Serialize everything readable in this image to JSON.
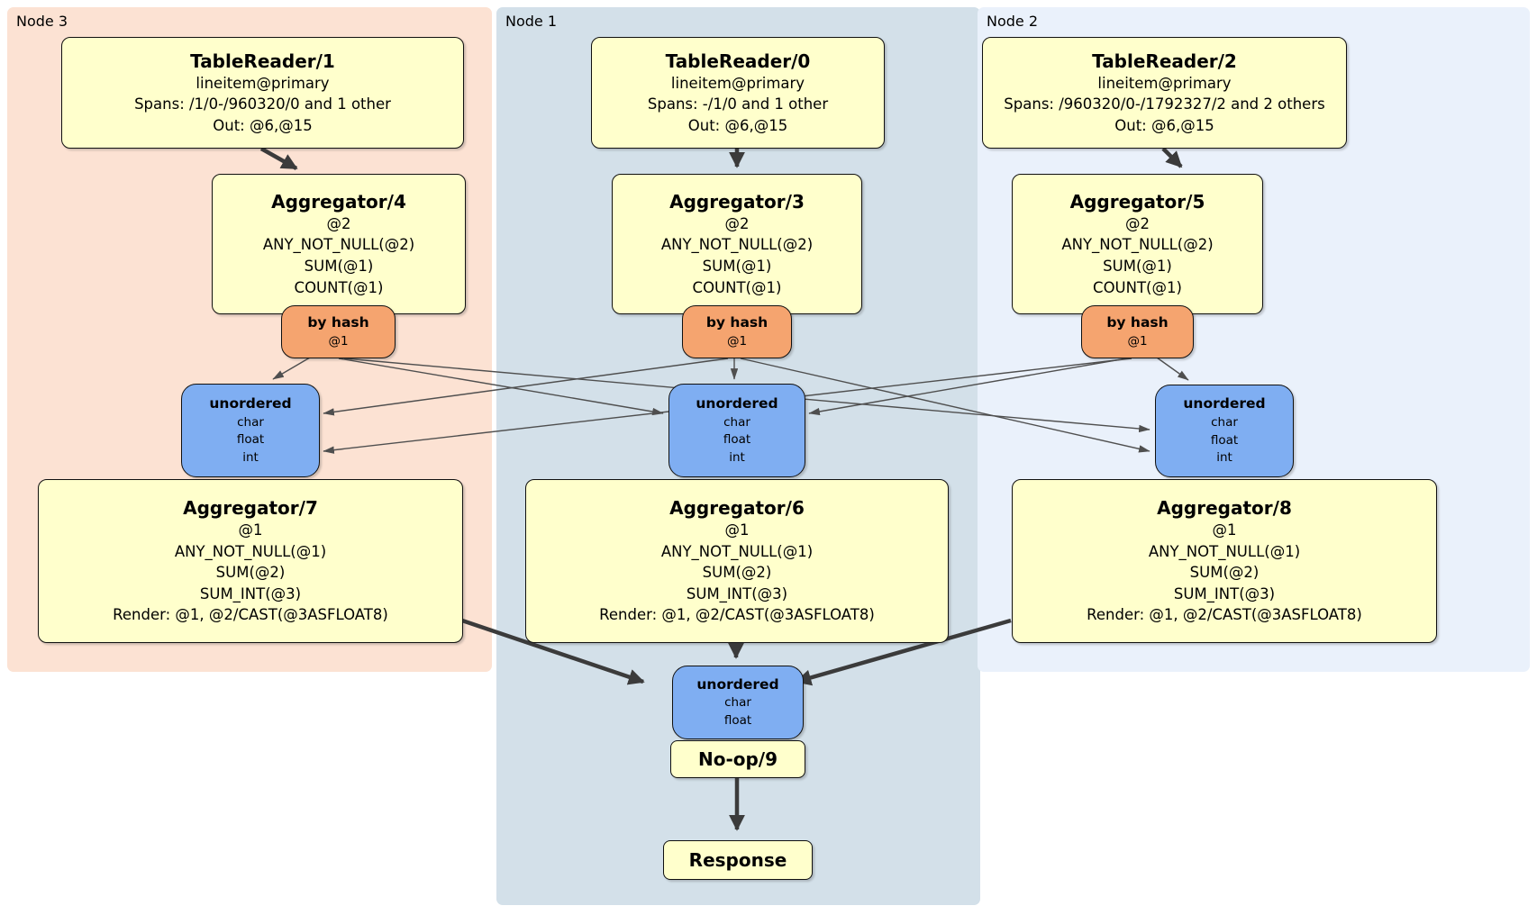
{
  "title": "DistSQL physical plan diagram",
  "colors": {
    "node3_bg": "#fce2d3",
    "node1_bg": "#d3e0e9",
    "node2_bg": "#eaf1fb",
    "processor_box": "#ffffcc",
    "router_box": "#f5a46f",
    "sync_box": "#7faef2",
    "edge_thick": "#3b3b3b",
    "edge_thin": "#4f4f4f"
  },
  "nodes": [
    {
      "label": "Node 3",
      "table_reader": {
        "title": "TableReader/1",
        "lines": [
          "lineitem@primary",
          "Spans: /1/0-/960320/0 and 1 other",
          "Out: @6,@15"
        ]
      },
      "aggregator_top": {
        "title": "Aggregator/4",
        "lines": [
          "@2",
          "ANY_NOT_NULL(@2)",
          "SUM(@1)",
          "COUNT(@1)"
        ]
      },
      "router": {
        "title": "by hash",
        "lines": [
          "@1"
        ]
      },
      "sync": {
        "title": "unordered",
        "lines": [
          "char",
          "float",
          "int"
        ]
      },
      "aggregator_bottom": {
        "title": "Aggregator/7",
        "lines": [
          "@1",
          "ANY_NOT_NULL(@1)",
          "SUM(@2)",
          "SUM_INT(@3)",
          "Render: @1, @2/CAST(@3ASFLOAT8)"
        ]
      }
    },
    {
      "label": "Node 1",
      "table_reader": {
        "title": "TableReader/0",
        "lines": [
          "lineitem@primary",
          "Spans: -/1/0 and 1 other",
          "Out: @6,@15"
        ]
      },
      "aggregator_top": {
        "title": "Aggregator/3",
        "lines": [
          "@2",
          "ANY_NOT_NULL(@2)",
          "SUM(@1)",
          "COUNT(@1)"
        ]
      },
      "router": {
        "title": "by hash",
        "lines": [
          "@1"
        ]
      },
      "sync": {
        "title": "unordered",
        "lines": [
          "char",
          "float",
          "int"
        ]
      },
      "aggregator_bottom": {
        "title": "Aggregator/6",
        "lines": [
          "@1",
          "ANY_NOT_NULL(@1)",
          "SUM(@2)",
          "SUM_INT(@3)",
          "Render: @1, @2/CAST(@3ASFLOAT8)"
        ]
      }
    },
    {
      "label": "Node 2",
      "table_reader": {
        "title": "TableReader/2",
        "lines": [
          "lineitem@primary",
          "Spans: /960320/0-/1792327/2 and 2 others",
          "Out: @6,@15"
        ]
      },
      "aggregator_top": {
        "title": "Aggregator/5",
        "lines": [
          "@2",
          "ANY_NOT_NULL(@2)",
          "SUM(@1)",
          "COUNT(@1)"
        ]
      },
      "router": {
        "title": "by hash",
        "lines": [
          "@1"
        ]
      },
      "sync": {
        "title": "unordered",
        "lines": [
          "char",
          "float",
          "int"
        ]
      },
      "aggregator_bottom": {
        "title": "Aggregator/8",
        "lines": [
          "@1",
          "ANY_NOT_NULL(@1)",
          "SUM(@2)",
          "SUM_INT(@3)",
          "Render: @1, @2/CAST(@3ASFLOAT8)"
        ]
      }
    }
  ],
  "final_stage": {
    "sync": {
      "title": "unordered",
      "lines": [
        "char",
        "float"
      ]
    },
    "noop": {
      "title": "No-op/9"
    },
    "response": {
      "title": "Response"
    }
  }
}
